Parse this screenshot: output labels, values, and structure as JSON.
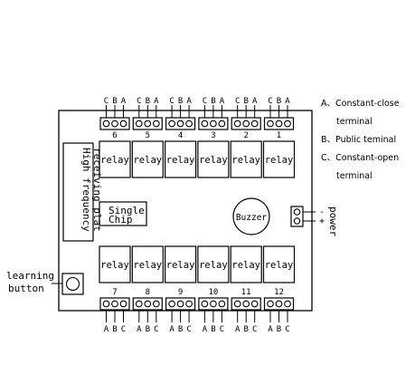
{
  "board": {
    "hf_label_line1": "High frequency",
    "hf_label_line2": "receiving plat",
    "chip_line1": "Single",
    "chip_line2": "Chip",
    "buzzer": "Buzzer",
    "relay_label": "relay",
    "learning_line1": "learning",
    "learning_line2": "button",
    "power": "power",
    "power_minus": "-",
    "power_plus": "+"
  },
  "top_relays": [
    {
      "num": "6",
      "pins": "CBA"
    },
    {
      "num": "5",
      "pins": "CBA"
    },
    {
      "num": "4",
      "pins": "CBA"
    },
    {
      "num": "3",
      "pins": "CBA"
    },
    {
      "num": "2",
      "pins": "CBA"
    },
    {
      "num": "1",
      "pins": "CBA"
    }
  ],
  "bottom_relays": [
    {
      "num": "7",
      "pins": "ABC"
    },
    {
      "num": "8",
      "pins": "ABC"
    },
    {
      "num": "9",
      "pins": "ABC"
    },
    {
      "num": "10",
      "pins": "ABC"
    },
    {
      "num": "11",
      "pins": "ABC"
    },
    {
      "num": "12",
      "pins": "ABC"
    }
  ],
  "legend": {
    "a_line1": "A、Constant-close",
    "a_line2": "terminal",
    "b_line1": "B、Public teminal",
    "c_line1": "C、Constant-open",
    "c_line2": "terminal"
  },
  "colors": {
    "stroke": "#000000",
    "background": "#ffffff"
  }
}
